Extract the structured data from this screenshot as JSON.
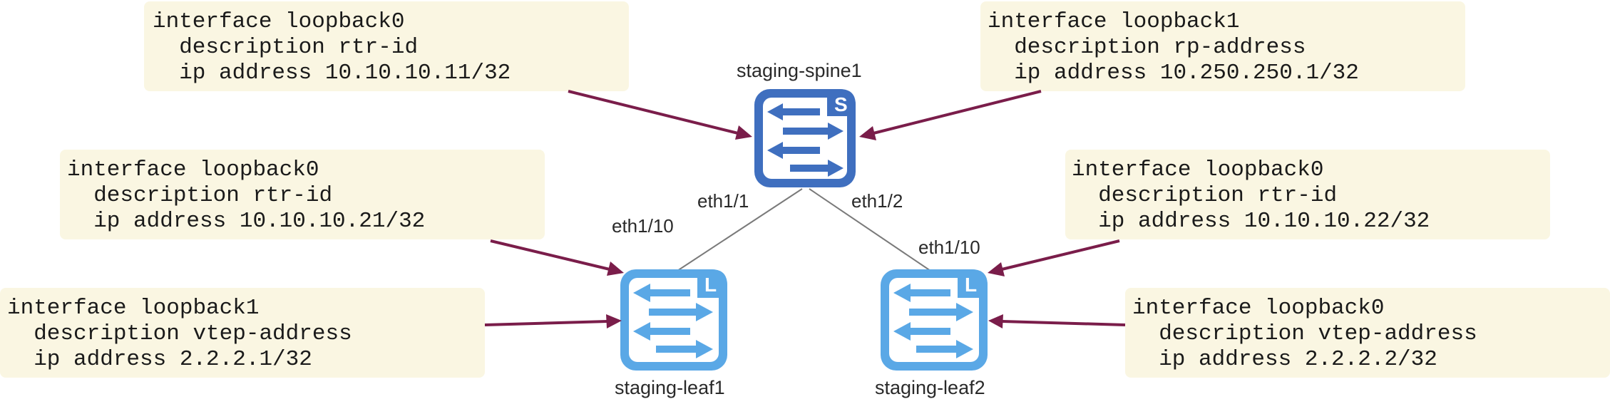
{
  "colors": {
    "config_box_fill": "#faf6e2",
    "arrow_color": "#7a1d4a",
    "spine_color": "#3f6fbf",
    "leaf_color": "#5aa8e6",
    "link_color": "#7a7a7a"
  },
  "nodes": {
    "spine": {
      "name": "staging-spine1",
      "badge": "S",
      "icon": "spine-switch-icon"
    },
    "leaf1": {
      "name": "staging-leaf1",
      "badge": "L",
      "icon": "leaf-switch-icon"
    },
    "leaf2": {
      "name": "staging-leaf2",
      "badge": "L",
      "icon": "leaf-switch-icon"
    }
  },
  "links": {
    "spine_leaf1": {
      "spine_port": "eth1/1",
      "leaf_port": "eth1/10"
    },
    "spine_leaf2": {
      "spine_port": "eth1/2",
      "leaf_port": "eth1/10"
    }
  },
  "configs": {
    "spine_lo0": {
      "line1": "interface loopback0",
      "line2": "  description rtr-id",
      "line3": "  ip address 10.10.10.11/32"
    },
    "spine_lo1": {
      "line1": "interface loopback1",
      "line2": "  description rp-address",
      "line3": "  ip address 10.250.250.1/32"
    },
    "leaf1_lo0": {
      "line1": "interface loopback0",
      "line2": "  description rtr-id",
      "line3": "  ip address 10.10.10.21/32"
    },
    "leaf1_lo1": {
      "line1": "interface loopback1",
      "line2": "  description vtep-address",
      "line3": "  ip address 2.2.2.1/32"
    },
    "leaf2_lo0_rtr": {
      "line1": "interface loopback0",
      "line2": "  description rtr-id",
      "line3": "  ip address 10.10.10.22/32"
    },
    "leaf2_lo0_vtep": {
      "line1": "interface loopback0",
      "line2": "  description vtep-address",
      "line3": "  ip address 2.2.2.2/32"
    }
  }
}
